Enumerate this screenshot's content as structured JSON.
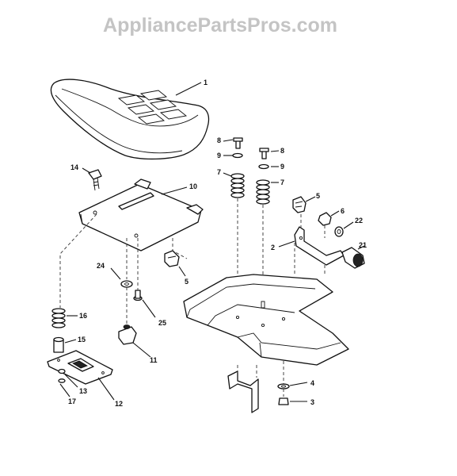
{
  "watermark": "AppliancePartsPros.com",
  "colors": {
    "ink": "#111111",
    "watermark": "#c4c4c4",
    "background": "#ffffff"
  },
  "callouts": {
    "c1": "1",
    "c10": "10",
    "c14": "14",
    "c8a": "8",
    "c9a": "9",
    "c7a": "7",
    "c8b": "8",
    "c9b": "9",
    "c7b": "7",
    "c5a": "5",
    "c6": "6",
    "c22": "22",
    "c2": "2",
    "c21": "21",
    "c24": "24",
    "c5b": "5",
    "c25": "25",
    "c16": "16",
    "c15": "15",
    "c11": "11",
    "c13": "13",
    "c12": "12",
    "c17": "17",
    "c4": "4",
    "c3": "3"
  }
}
